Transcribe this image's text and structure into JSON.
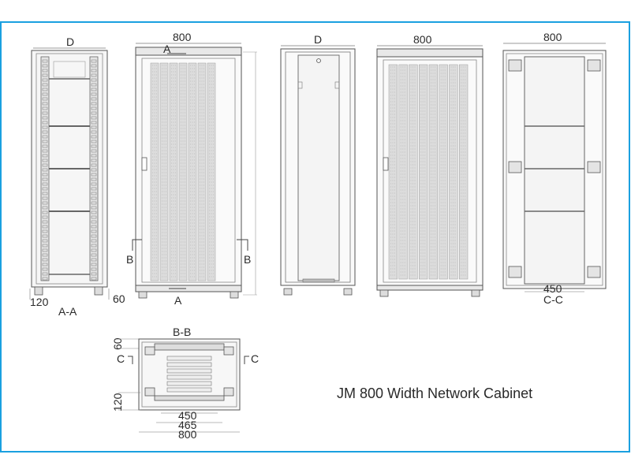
{
  "title": "JM 800 Width Network Cabinet",
  "colors": {
    "border": "#1aa0e0",
    "line": "#555555",
    "light_line": "#999999",
    "panel_fill": "#f2f2f2",
    "perf_fill": "#d9d9d9",
    "text": "#2a2a2a"
  },
  "views": {
    "section_aa": {
      "top_label": "D",
      "caption": "A-A",
      "dim_left": "120",
      "dim_right": "60"
    },
    "front_perforated": {
      "width_label": "800",
      "cut_top": "A",
      "cut_bottom": "A",
      "cut_left": "B",
      "cut_right": "B"
    },
    "side_glass": {
      "top_label": "D"
    },
    "rear_perforated": {
      "width_label": "800"
    },
    "section_cc": {
      "width_label": "800",
      "inner_dim": "450",
      "caption": "C-C"
    },
    "section_bb": {
      "caption": "B-B",
      "cut_left": "C",
      "cut_right": "C",
      "dim_top": "60",
      "dim_bottom_left": "120",
      "dim_450": "450",
      "dim_465": "465",
      "dim_800": "800"
    }
  }
}
